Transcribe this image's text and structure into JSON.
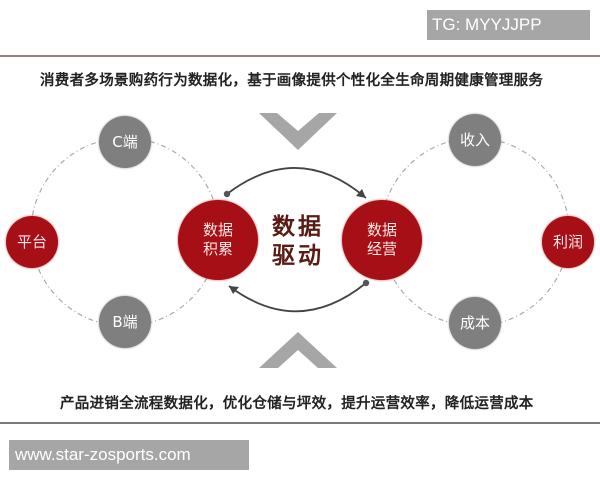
{
  "watermarks": {
    "top_right": "TG: MYYJJPP",
    "bottom_left": "www.star-zosports.com"
  },
  "captions": {
    "top": "消费者多场景购药行为数据化，基于画像提供个性化全生命周期健康管理服务",
    "bottom": "产品进销全流程数据化，优化仓储与坪效，提升运营效率，降低运营成本"
  },
  "center": {
    "line1": "数据",
    "line2": "驱动"
  },
  "left_cycle": {
    "hub": {
      "line1": "数据",
      "line2": "积累"
    },
    "nodes": {
      "top": "C端",
      "left": "平台",
      "bottom": "B端"
    }
  },
  "right_cycle": {
    "hub": {
      "line1": "数据",
      "line2": "经营"
    },
    "nodes": {
      "top": "收入",
      "right": "利润",
      "bottom": "成本"
    }
  },
  "colors": {
    "accent_red": "#a50f15",
    "node_gray": "#7f7f7f",
    "chevron_gray": "#a6a6a6",
    "center_text": "#5a1a12"
  }
}
